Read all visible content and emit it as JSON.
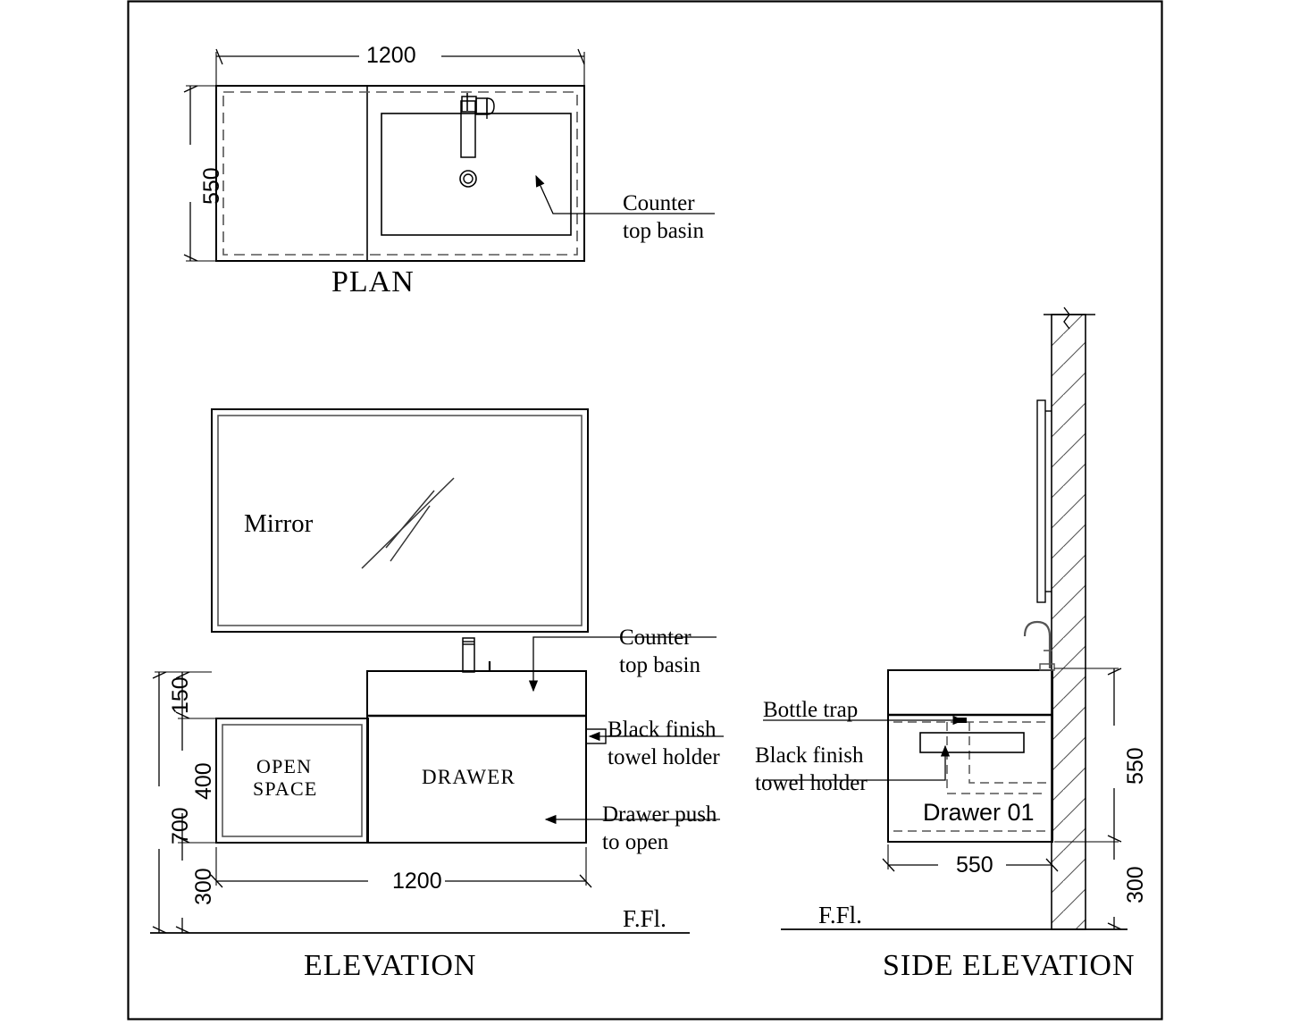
{
  "drawing": {
    "title_block_border": true,
    "views": [
      {
        "id": "plan",
        "label": "PLAN"
      },
      {
        "id": "elevation",
        "label": "ELEVATION"
      },
      {
        "id": "side_elevation",
        "label": "SIDE ELEVATION"
      }
    ]
  },
  "plan": {
    "title": "PLAN",
    "dim_width": "1200",
    "dim_depth": "550",
    "callout_counter_basin_line1": "Counter",
    "callout_counter_basin_line2": "top basin"
  },
  "elevation": {
    "title": "ELEVATION",
    "mirror_label": "Mirror",
    "open_space_line1": "OPEN",
    "open_space_line2": "SPACE",
    "drawer_label": "DRAWER",
    "dim_150": "150",
    "dim_400": "400",
    "dim_700": "700",
    "dim_300": "300",
    "dim_1200": "1200",
    "floor_label": "F.Fl.",
    "callout_counter_basin_line1": "Counter",
    "callout_counter_basin_line2": "top basin",
    "callout_towel_line1": "Black finish",
    "callout_towel_line2": "towel holder",
    "callout_drawer_line1": "Drawer push",
    "callout_drawer_line2": "to open"
  },
  "side_elevation": {
    "title": "SIDE ELEVATION",
    "drawer_label": "Drawer 01",
    "dim_550_vertical": "550",
    "dim_300_vertical": "300",
    "dim_550_horizontal": "550",
    "floor_label": "F.Fl.",
    "callout_bottle_trap": "Bottle trap",
    "callout_towel_line1": "Black finish",
    "callout_towel_line2": "towel holder"
  },
  "colors": {
    "line": "#000000",
    "hidden_line": "#555555",
    "background": "#ffffff"
  }
}
